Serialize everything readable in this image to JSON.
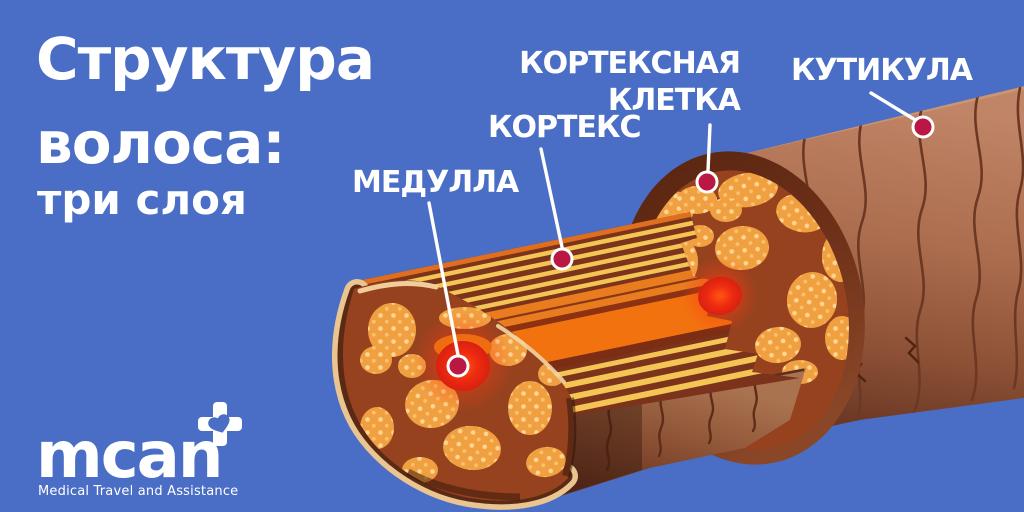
{
  "title": {
    "line1": "Структура",
    "line2": "волоса:",
    "line3": "три слоя"
  },
  "diagram_labels": {
    "medulla": "МЕДУЛЛА",
    "cortex": "КОРТЕКС",
    "cortex_cell_line1": "КОРТЕКСНАЯ",
    "cortex_cell_line2": "КЛЕТКА",
    "cuticle": "КУТИКУЛА"
  },
  "logo": {
    "wordmark": "mcan",
    "tagline": "Medical Travel and Assistance",
    "icon": "plus-heart-icon"
  },
  "colors": {
    "background": "#4a6dc6",
    "text": "#ffffff",
    "callout_line": "#ffffff",
    "callout_dot": "#bb1744",
    "cuticle_brown": "#a96b4b",
    "cortex_cell_orange": "#f1a041",
    "cortex_cell_dots": "#ffd794",
    "medulla_red": "#ee2b10",
    "medulla_band_orange": "#f2720f",
    "fiber_gold": "#f4c454",
    "fiber_dark_brown": "#7b331b"
  }
}
